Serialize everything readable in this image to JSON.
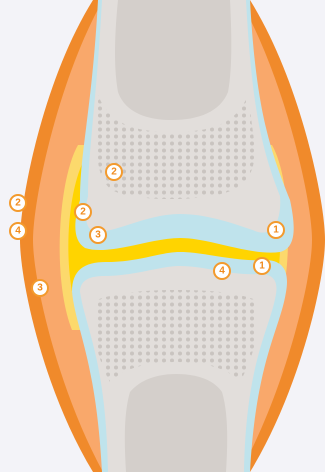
{
  "diagram": {
    "subject": "synovial joint cross-section",
    "colors": {
      "background": "#f3f3f8",
      "capsule_outer": "#f08a2b",
      "capsule_inner": "#f9a86b",
      "synovial_membrane": "#fcd96c",
      "synovial_fluid": "#ffd400",
      "cartilage": "#bfe3ec",
      "bone_cortex": "#e2dedb",
      "bone_shaft": "#d4cfcb",
      "spongy_dots": "#c9c4c0",
      "marker_stroke": "#f39a2d",
      "marker_text": "#f08a1c"
    },
    "markers": [
      {
        "id": "m-left-2",
        "label": "2"
      },
      {
        "id": "m-left-4",
        "label": "4"
      },
      {
        "id": "m-left-3",
        "label": "3"
      },
      {
        "id": "m-bone-2",
        "label": "2"
      },
      {
        "id": "m-inner-2",
        "label": "2"
      },
      {
        "id": "m-inner-3",
        "label": "3"
      },
      {
        "id": "m-right-1a",
        "label": "1"
      },
      {
        "id": "m-right-1b",
        "label": "1"
      },
      {
        "id": "m-joint-4",
        "label": "4"
      }
    ]
  }
}
